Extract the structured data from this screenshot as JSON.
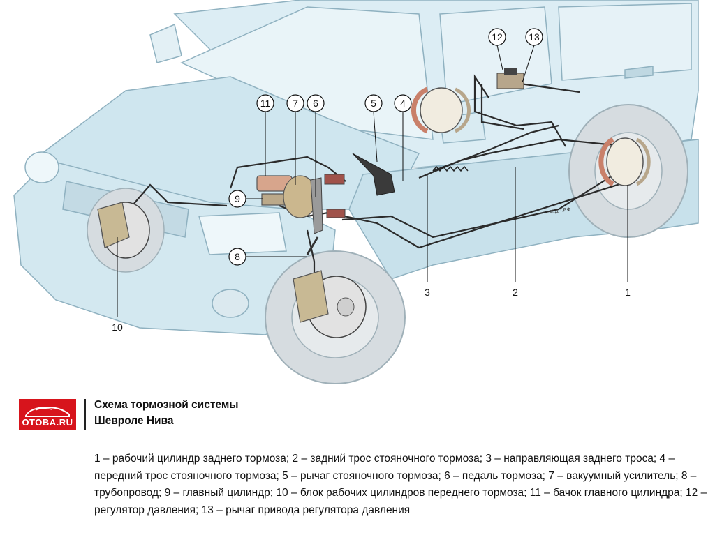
{
  "diagram": {
    "signature": "И.Д.Т.Р.Ф",
    "callouts": [
      "1",
      "2",
      "3",
      "4",
      "5",
      "6",
      "7",
      "8",
      "9",
      "10",
      "11",
      "12",
      "13"
    ]
  },
  "footer": {
    "logo_text": "OTOBA.RU",
    "title_line1": "Схема тормозной системы",
    "title_line2": "Шевроле Нива",
    "legend": "1 – рабочий цилиндр заднего тормоза; 2 – задний трос стояночного тормоза; 3 – направляющая заднего троса; 4 – передний трос стояночного тормоза; 5 – рычаг стояночного тормоза; 6 – педаль тормоза; 7 – вакуумный усилитель; 8 – трубопровод; 9 – главный цилиндр; 10 – блок рабочих цилиндров переднего тормоза; 11 – бачок главного цилиндра; 12 – регулятор давления; 13 – рычаг привода регулятора давления"
  },
  "colors": {
    "body": "#d7ecf4",
    "body_shade": "#b9d6e2",
    "outline": "#8fb1c0",
    "tire": "#c9cfd3",
    "metal": "#b7a68b",
    "brake_shoe": "#c9806a",
    "reservoir": "#d7a58c",
    "logo_red": "#d7141c"
  }
}
